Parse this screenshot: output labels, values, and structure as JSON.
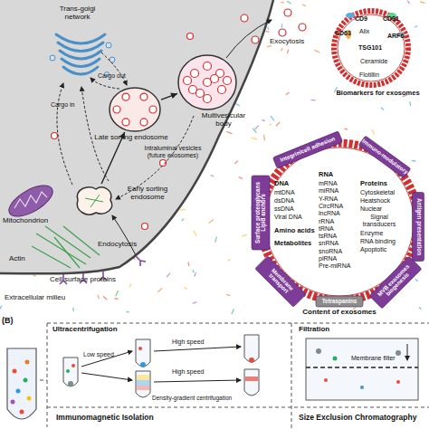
{
  "diagram": {
    "nodes": [
      {
        "text": [
          "Biomarkers for exosomes",
          "CD9",
          "CD81",
          "CD63",
          "Alix",
          "ARF6",
          "TSG101",
          "Ceramide",
          "Flotillin"
        ]
      },
      {
        "text": [
          "Multivesicular body"
        ]
      },
      {
        "text": [
          "Late sorting endosome"
        ]
      },
      {
        "text": [
          "Early sorting endosome"
        ]
      },
      {
        "text": [
          "Content of exosomes",
          "DNA",
          "mtDNA",
          "dsDNA",
          "ssDNA",
          "Viral DNA",
          "Amino acids",
          "Metabolites",
          "RNA",
          "mRNA",
          "miRNA",
          "Y-RNA",
          "CircRNA",
          "lncRNA",
          "rRNA",
          "tRNA",
          "tsRNA",
          "snRNA",
          "snoRNA",
          "piRNA",
          "Pre-miRNA",
          "Proteins",
          "Cytoskeletal",
          "Heatshock",
          "Nuclear",
          "Signal transducers",
          "Enzyme",
          "RNA binding",
          "Apoptotic"
        ]
      },
      {
        "text": [
          "Integrin/cell adhesion"
        ],
        "in": 4
      },
      {
        "text": [
          "Immuno-modulatory"
        ],
        "in": 4
      },
      {
        "text": [
          "Antigen presentation"
        ],
        "in": 4
      },
      {
        "text": [
          "MVB exosomes biogenesis"
        ],
        "in": 4
      },
      {
        "text": [
          "Tetraspanins"
        ],
        "in": 4
      },
      {
        "text": [
          "Membrane transport"
        ],
        "in": 4
      },
      {
        "text": [
          "Surface proteoglycans Lipid anchors"
        ],
        "in": 4
      }
    ],
    "edges": [
      {
        "from": 3,
        "to": 2,
        "arrow": "to"
      },
      {
        "from": 2,
        "to": 1,
        "arrow": "to"
      }
    ],
    "labels": [
      "Trans-golgi network",
      "Cargo out",
      "Cargo in",
      "Exocytosis",
      "Intraluminal vesicles (future exosomes)",
      "Mitochondrion",
      "Actin",
      "Endocytosis",
      "Cell surface proteins",
      "Extracellular milieu",
      "(B)",
      "Ultracentrifugation",
      "Low speed",
      "High speed",
      "High speed",
      "Density-gradient centrifugation",
      "Filtration",
      "Membrane filter",
      "Immunomagnetic Isolation",
      "Size Exclusion Chromatography"
    ]
  }
}
